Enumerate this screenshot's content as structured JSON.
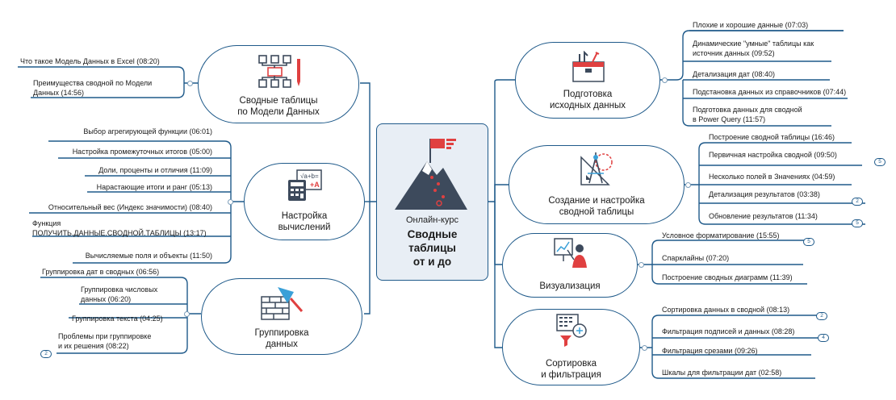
{
  "center": {
    "kicker": "Онлайн-курс",
    "title": "Сводные\nтаблицы\nот и до"
  },
  "left": [
    {
      "title": "Сводные таблицы\nпо Модели Данных",
      "items": [
        {
          "label": "Что такое Модель Данных в Excel (08:20)"
        },
        {
          "label": "Преимущества сводной по Модели\nДанных (14:56)"
        }
      ]
    },
    {
      "title": "Настройка\nвычислений",
      "items": [
        {
          "label": "Выбор агрегирующей функции (06:01)"
        },
        {
          "label": "Настройка промежуточных итогов (05:00)"
        },
        {
          "label": "Доли, проценты и отличия (11:09)"
        },
        {
          "label": "Нарастающие итоги и ранг (05:13)"
        },
        {
          "label": "Относительный вес (Индекс значимости) (08:40)"
        },
        {
          "label": "Функция\nПОЛУЧИТЬ.ДАННЫЕ.СВОДНОЙ.ТАБЛИЦЫ (13:17)"
        },
        {
          "label": "Вычисляемые поля и объекты (11:50)"
        }
      ]
    },
    {
      "title": "Группировка\nданных",
      "items": [
        {
          "label": "Группировка дат в сводных (06:56)"
        },
        {
          "label": "Группировка числовых\nданных (06:20)"
        },
        {
          "label": "Группировка текста (04:25)"
        },
        {
          "label": "Проблемы при группировке\nи их решения (08:22)",
          "badge": "2"
        }
      ]
    }
  ],
  "right": [
    {
      "title": "Подготовка\nисходных данных",
      "items": [
        {
          "label": "Плохие и хорошие данные (07:03)"
        },
        {
          "label": "Динамические \"умные\" таблицы как\nисточник данных (09:52)"
        },
        {
          "label": "Детализация дат (08:40)"
        },
        {
          "label": "Подстановка данных из справочников (07:44)"
        },
        {
          "label": "Подготовка данных для сводной\nв Power Query (11:57)"
        }
      ]
    },
    {
      "title": "Создание и настройка\nсводной таблицы",
      "items": [
        {
          "label": "Построение сводной таблицы (16:46)"
        },
        {
          "label": "Первичная настройка сводной (09:50)",
          "badge": "5"
        },
        {
          "label": "Несколько полей в Значениях (04:59)"
        },
        {
          "label": "Детализация результатов (03:38)",
          "badge": "2"
        },
        {
          "label": "Обновление результатов (11:34)",
          "badge": "5"
        }
      ]
    },
    {
      "title": "Визуализация",
      "items": [
        {
          "label": "Условное форматирование (15:55)",
          "badge": "5"
        },
        {
          "label": "Спарклайны (07:20)"
        },
        {
          "label": "Построение сводных диаграмм (11:39)"
        }
      ]
    },
    {
      "title": "Сортировка\nи фильтрация",
      "items": [
        {
          "label": "Сортировка данных в сводной (08:13)",
          "badge": "2"
        },
        {
          "label": "Фильтрация подписей и данных (08:28)",
          "badge": "4"
        },
        {
          "label": "Фильтрация срезами (09:26)"
        },
        {
          "label": "Шкалы для фильтрации дат (02:58)"
        }
      ]
    }
  ],
  "colors": {
    "accent": "#1f5a8a",
    "icon_dark": "#3d4a5c",
    "icon_red": "#e04040",
    "center_bg": "#e8eef5"
  },
  "icons": [
    "mountain-flag-icon",
    "network-diagram-icon",
    "toolbox-icon",
    "calculator-icon",
    "brick-wall-trowel-icon",
    "drafting-tools-icon",
    "presenter-chart-icon",
    "filter-sort-icon"
  ]
}
